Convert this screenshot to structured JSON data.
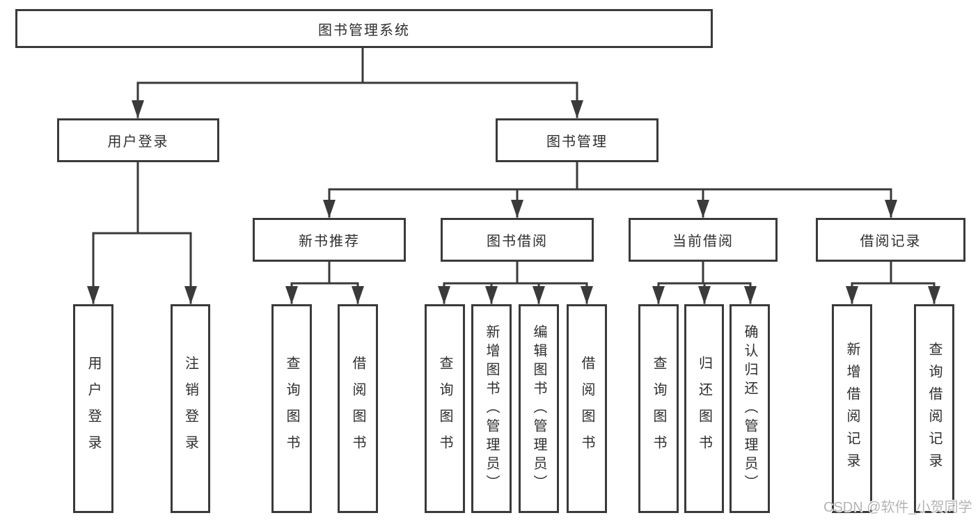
{
  "tree": {
    "label": "图书管理系统",
    "children": [
      {
        "label": "用户登录",
        "children": [
          {
            "label": "用户登录"
          },
          {
            "label": "注销登录"
          }
        ]
      },
      {
        "label": "图书管理",
        "children": [
          {
            "label": "新书推荐",
            "children": [
              {
                "label": "查询图书"
              },
              {
                "label": "借阅图书"
              }
            ]
          },
          {
            "label": "图书借阅",
            "children": [
              {
                "label": "查询图书"
              },
              {
                "label": "新增图书（管理员）"
              },
              {
                "label": "编辑图书（管理员）"
              },
              {
                "label": "借阅图书"
              }
            ]
          },
          {
            "label": "当前借阅",
            "children": [
              {
                "label": "查询图书"
              },
              {
                "label": "归还图书"
              },
              {
                "label": "确认归还（管理员）"
              }
            ]
          },
          {
            "label": "借阅记录",
            "children": [
              {
                "label": "新增借阅记录"
              },
              {
                "label": "查询借阅记录"
              }
            ]
          }
        ]
      }
    ]
  },
  "watermark": {
    "text": "CSDN @软件_小贺同学"
  },
  "colors": {
    "line": "#3a3a3a",
    "box_border": "#3a3a3a",
    "box_background": "#ffffff",
    "text": "#2e2e2e",
    "watermark": "#b5b5b5"
  }
}
